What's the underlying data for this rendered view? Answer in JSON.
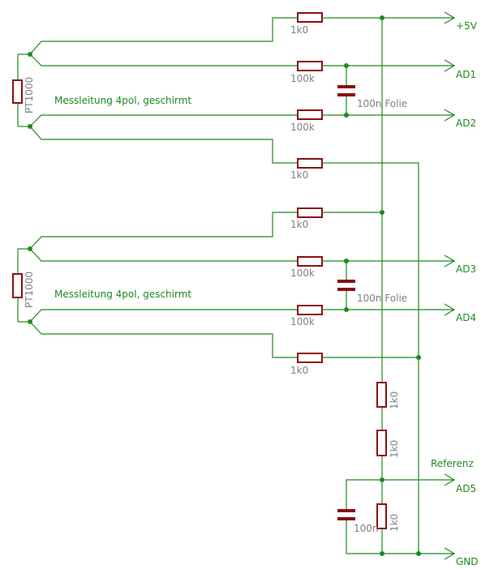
{
  "colors": {
    "wire": "#1e8a1e",
    "component": "#8a1010",
    "value_text": "#808080",
    "net_label": "#1e8a1e"
  },
  "nets": {
    "vcc": "+5V",
    "ad1": "AD1",
    "ad2": "AD2",
    "ad3": "AD3",
    "ad4": "AD4",
    "ad5": "AD5",
    "gnd": "GND"
  },
  "labels": {
    "reference": "Referenz",
    "cable_1": "Messleitung 4pol, geschirmt",
    "cable_2": "Messleitung 4pol, geschirmt"
  },
  "sensors": {
    "pt1": "PT1000",
    "pt2": "PT1000"
  },
  "values": {
    "r_top1": "1k0",
    "r_ad1": "100k",
    "r_ad2": "100k",
    "r_low1": "1k0",
    "r_top2": "1k0",
    "r_ad3": "100k",
    "r_ad4": "100k",
    "r_low2": "1k0",
    "r_div1": "1k0",
    "r_div2": "1k0",
    "r_div3": "1k0",
    "c1": "100n Folie",
    "c2": "100n Folie",
    "c3": "100n"
  }
}
